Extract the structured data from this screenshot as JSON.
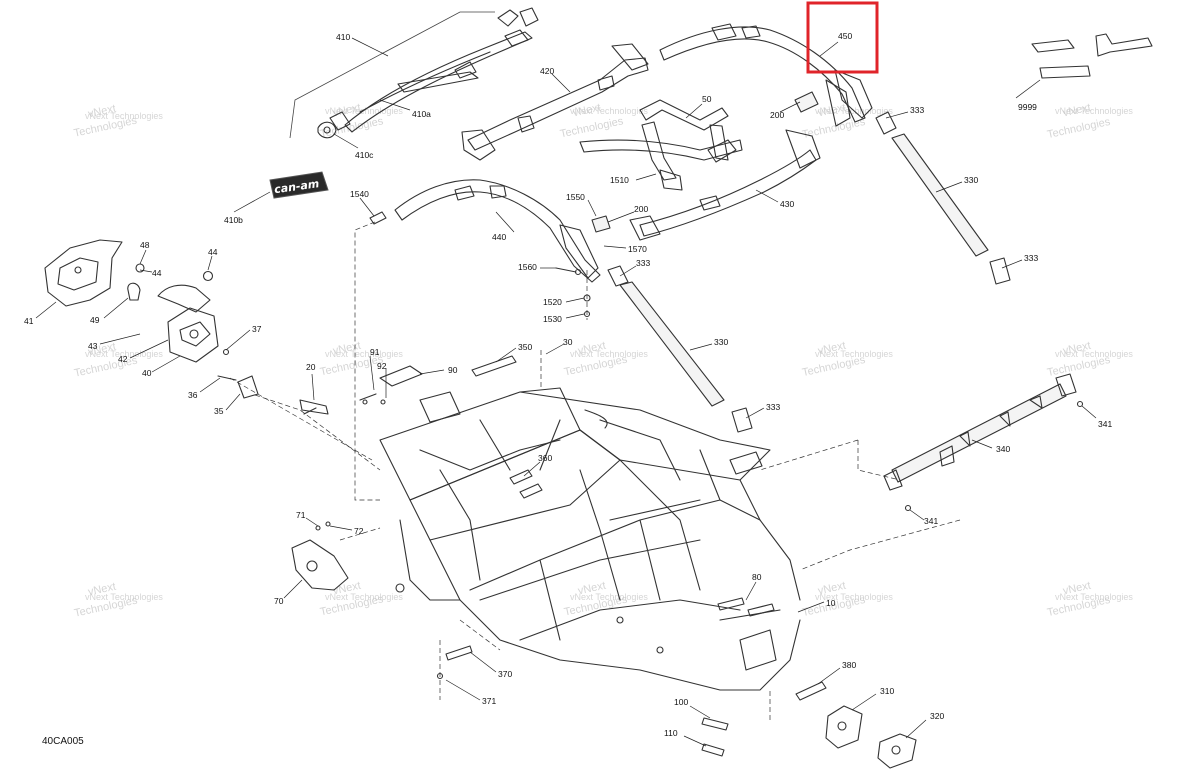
{
  "diagram_code": "40CA005",
  "watermark": {
    "line1": "vNext",
    "line2": "Technologies",
    "inline": "vNext Technologies"
  },
  "logo_text": "can-am",
  "highlight": {
    "part": "450",
    "color": "#e0242a"
  },
  "callouts": {
    "c410": "410",
    "c410a": "410a",
    "c410c": "410c",
    "c410b": "410b",
    "c420": "420",
    "c450": "450",
    "c50": "50",
    "c200a": "200",
    "c333a": "333",
    "c1510": "1510",
    "c430": "430",
    "c330a": "330",
    "c9999": "9999",
    "c1540": "1540",
    "c1550": "1550",
    "c200b": "200",
    "c440": "440",
    "c1570": "1570",
    "c333b": "333",
    "c333c": "333",
    "c1560": "1560",
    "c1520": "1520",
    "c1530": "1530",
    "c330b": "330",
    "c350": "350",
    "c30": "30",
    "c333d": "333",
    "c48": "48",
    "c44a": "44",
    "c44b": "44",
    "c41": "41",
    "c49": "49",
    "c37": "37",
    "c43": "43",
    "c42": "42",
    "c40": "40",
    "c91": "91",
    "c92": "92",
    "c90": "90",
    "c20": "20",
    "c36": "36",
    "c35": "35",
    "c360": "360",
    "c341a": "341",
    "c340": "340",
    "c341b": "341",
    "c71": "71",
    "c72": "72",
    "c70": "70",
    "c80": "80",
    "c10": "10",
    "c370": "370",
    "c371": "371",
    "c380": "380",
    "c310": "310",
    "c320": "320",
    "c100": "100",
    "c110": "110"
  }
}
